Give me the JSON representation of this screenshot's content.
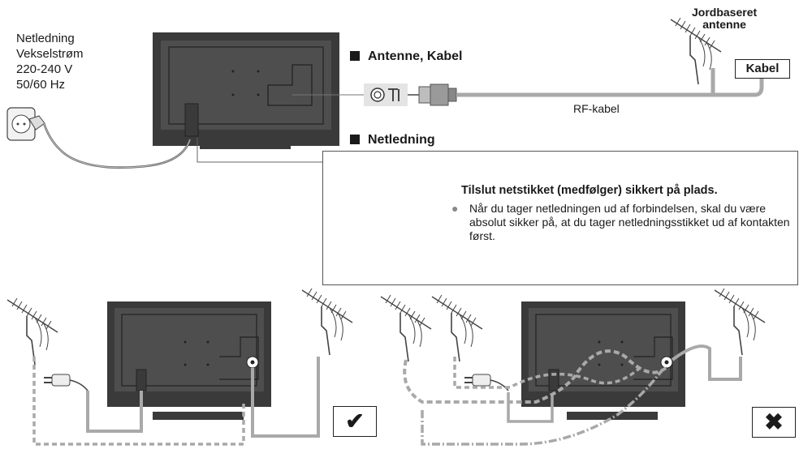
{
  "power_label": [
    "Netledning",
    "Vekselstrøm",
    "220-240 V",
    "50/60 Hz"
  ],
  "antenna_cable_heading": "Antenne, Kabel",
  "power_cord_heading": "Netledning",
  "terrestrial_antenna_label": [
    "Jordbaseret",
    "antenne"
  ],
  "cable_label": "Kabel",
  "rf_cable_label": "RF-kabel",
  "callout": {
    "title": "Tilslut netstikket (medfølger) sikkert på plads.",
    "bullet": "Når du tager netledningen ud af forbindelsen, skal du være absolut sikker på, at du tager netledningsstikket ud af kontakten først."
  },
  "correct_mark": "✔",
  "incorrect_mark": "✖",
  "colors": {
    "tv_body": "#3a3a3a",
    "tv_panel": "#4e4e4e",
    "cable_gray": "#a9a9a9",
    "text": "#1a1a1a"
  }
}
